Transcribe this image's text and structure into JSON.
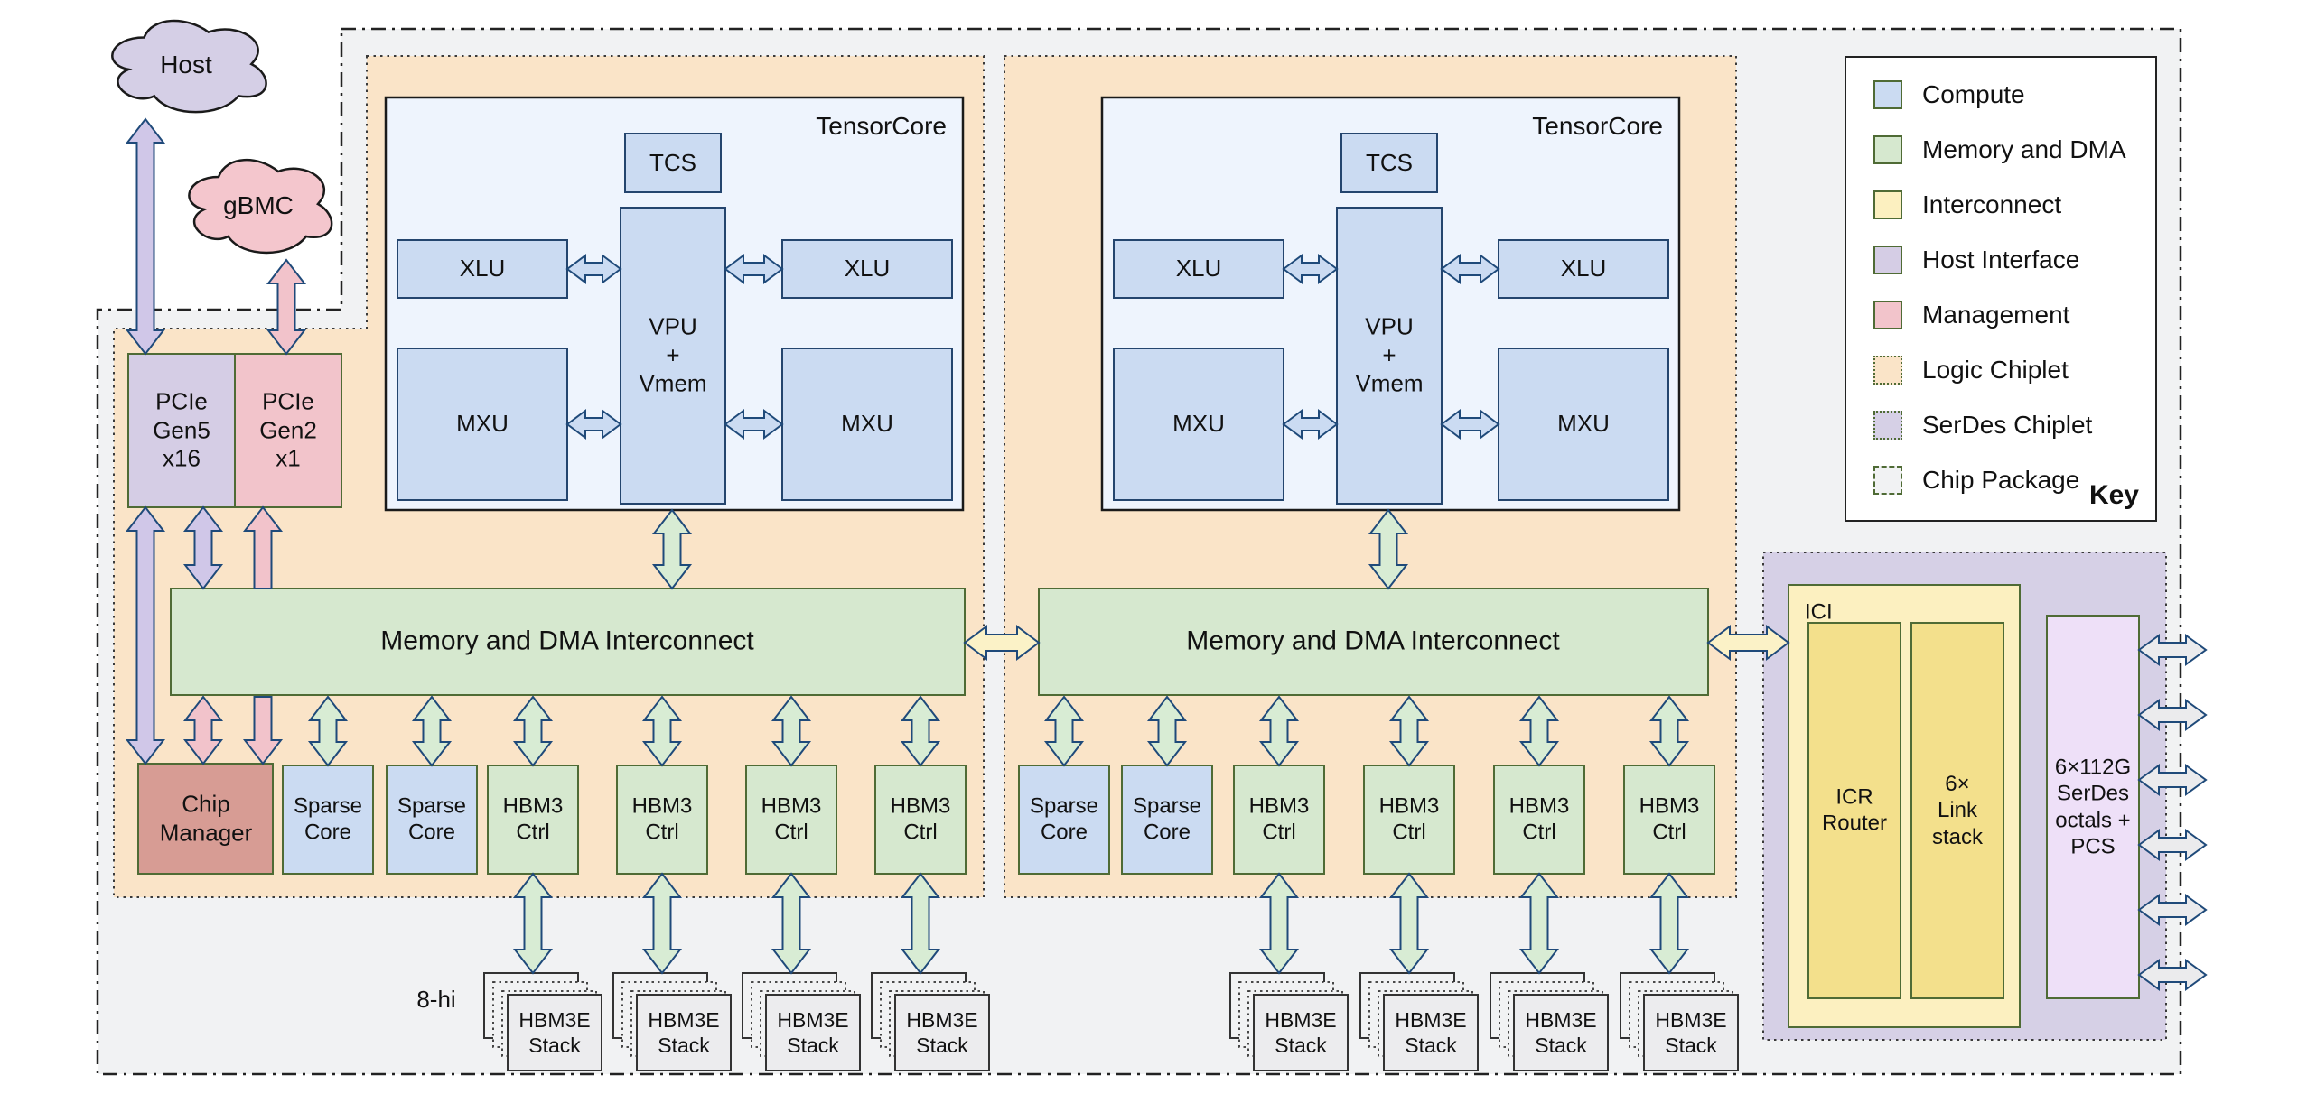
{
  "clouds": {
    "host": "Host",
    "gbmc": "gBMC"
  },
  "host_interface": {
    "pcie_gen5": "PCIe\nGen5\nx16",
    "pcie_gen2": "PCIe\nGen2\nx1"
  },
  "tensorcore": {
    "title": "TensorCore",
    "tcs": "TCS",
    "xlu": "XLU",
    "vpu": "VPU\n+\nVmem",
    "mxu": "MXU"
  },
  "interconnect": {
    "label": "Memory and DMA Interconnect"
  },
  "management": {
    "chip_manager": "Chip\nManager"
  },
  "compute": {
    "sparse_core": "Sparse\nCore"
  },
  "memory": {
    "hbm3_ctrl": "HBM3\nCtrl",
    "hbm3e_stack": "HBM3E\nStack",
    "stack_height": "8-hi"
  },
  "ici": {
    "label": "ICI",
    "icr_router": "ICR\nRouter",
    "link_stack": "6×\nLink\nstack"
  },
  "serdes": {
    "octals": "6×112G\nSerDes\noctals +\nPCS"
  },
  "key": {
    "title": "Key",
    "items": [
      {
        "label": "Compute",
        "color": "#cbdbf2"
      },
      {
        "label": "Memory and DMA",
        "color": "#d6e8cf"
      },
      {
        "label": "Interconnect",
        "color": "#fcf0c0"
      },
      {
        "label": "Host Interface",
        "color": "#d5cde5"
      },
      {
        "label": "Management",
        "color": "#f2c4cb"
      },
      {
        "label": "Logic Chiplet",
        "color": "#fae4c8"
      },
      {
        "label": "SerDes Chiplet",
        "color": "#d6d0e6"
      },
      {
        "label": "Chip Package",
        "color": "#f1f2f3"
      }
    ]
  },
  "palette": {
    "compute_fill": "#cbdbf2",
    "memory_fill": "#d6e8cf",
    "interconnect_fill": "#fcf0c0",
    "host_fill": "#d5cde5",
    "management_fill": "#f2c4cb",
    "chip_manager_fill": "#d79c94",
    "logic_chiplet_fill": "#fae4c8",
    "serdes_chiplet_fill": "#d6d0e6",
    "package_fill": "#f1f2f3",
    "box_border_green": "#4f6b35",
    "arrow_outline": "#1f4a7a",
    "tensorcore_fill": "#eef4fd"
  }
}
